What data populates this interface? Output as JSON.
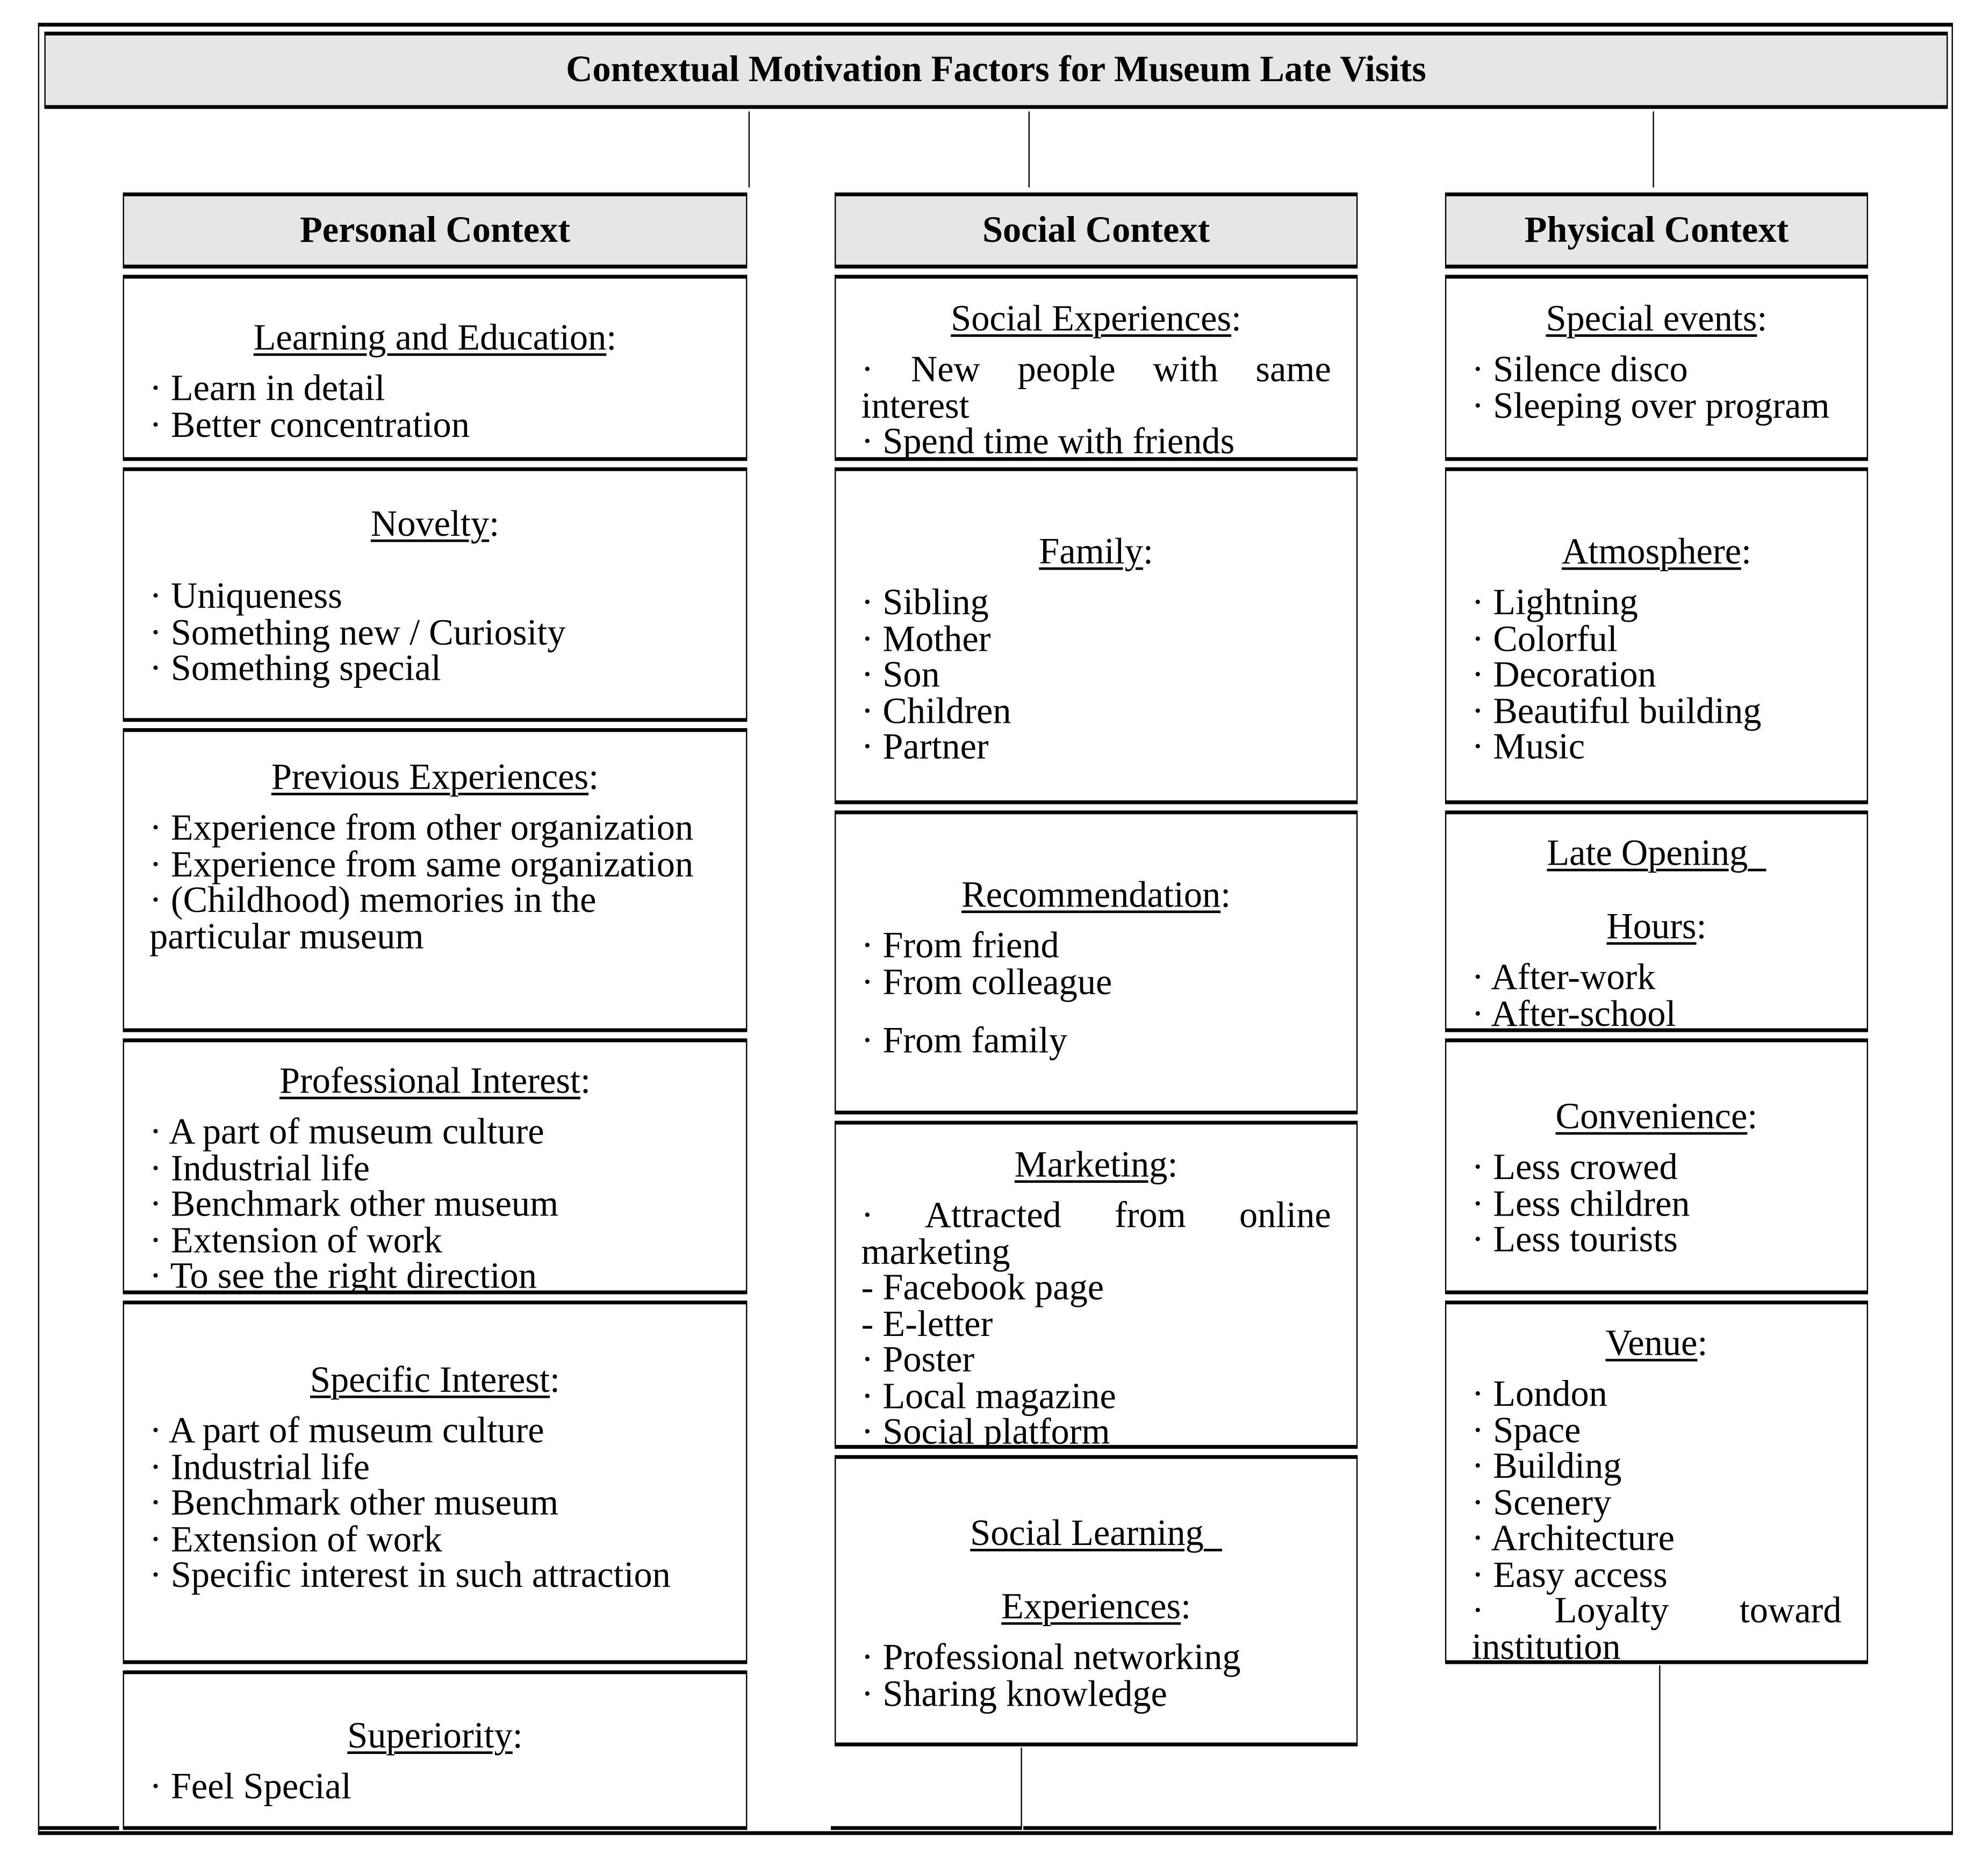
{
  "title": "Contextual Motivation Factors for Museum Late Visits",
  "columns": [
    {
      "header": "Personal Context",
      "boxes": [
        {
          "heading": [
            "Learning and Education"
          ],
          "items": [
            "· Learn in detail",
            "· Better concentration"
          ]
        },
        {
          "heading": [
            "Novelty"
          ],
          "items": [
            "· Uniqueness",
            "· Something new / Curiosity",
            "· Something special"
          ]
        },
        {
          "heading": [
            "Previous Experiences"
          ],
          "items": [
            "· Experience from other organization",
            "· Experience from same organization",
            "· (Childhood) memories in the particular museum"
          ]
        },
        {
          "heading": [
            "Professional Interest"
          ],
          "items": [
            "· A part of museum culture",
            "· Industrial life",
            "· Benchmark other museum",
            "· Extension of work",
            "· To see the right direction"
          ]
        },
        {
          "heading": [
            "Specific Interest"
          ],
          "items": [
            "· A part of museum culture",
            "· Industrial life",
            "· Benchmark other museum",
            "· Extension of work",
            "· Specific interest in such attraction"
          ]
        },
        {
          "heading": [
            "Superiority"
          ],
          "items": [
            "· Feel Special"
          ]
        }
      ]
    },
    {
      "header": "Social Context",
      "boxes": [
        {
          "heading": [
            "Social Experiences"
          ],
          "items": [
            "· New people with same interest",
            "· Spend time with friends"
          ]
        },
        {
          "heading": [
            "Family"
          ],
          "items": [
            "· Sibling",
            "· Mother",
            "· Son",
            "· Children",
            "· Partner"
          ]
        },
        {
          "heading": [
            "Recommendation"
          ],
          "items": [
            "· From friend",
            "· From colleague",
            "· From family"
          ]
        },
        {
          "heading": [
            "Marketing"
          ],
          "items": [
            "· Attracted from online marketing",
            "- Facebook page",
            "- E-letter",
            "· Poster",
            "· Local magazine",
            "· Social platform"
          ]
        },
        {
          "heading": [
            "Social Learning",
            "Experiences"
          ],
          "items": [
            "· Professional networking",
            "· Sharing knowledge"
          ]
        }
      ]
    },
    {
      "header": "Physical Context",
      "boxes": [
        {
          "heading": [
            "Special events"
          ],
          "items": [
            "· Silence disco",
            "· Sleeping over program"
          ]
        },
        {
          "heading": [
            "Atmosphere"
          ],
          "items": [
            "· Lightning",
            "· Colorful",
            "· Decoration",
            "· Beautiful building",
            "· Music"
          ]
        },
        {
          "heading": [
            "Late Opening",
            "Hours"
          ],
          "items": [
            "· After-work",
            "· After-school"
          ]
        },
        {
          "heading": [
            "Convenience"
          ],
          "items": [
            "· Less crowed",
            "· Less children",
            "· Less tourists"
          ]
        },
        {
          "heading": [
            "Venue"
          ],
          "items": [
            "· London",
            "· Space",
            "· Building",
            "· Scenery",
            "· Architecture",
            "· Easy access",
            "· Loyalty toward institution"
          ]
        }
      ]
    }
  ]
}
